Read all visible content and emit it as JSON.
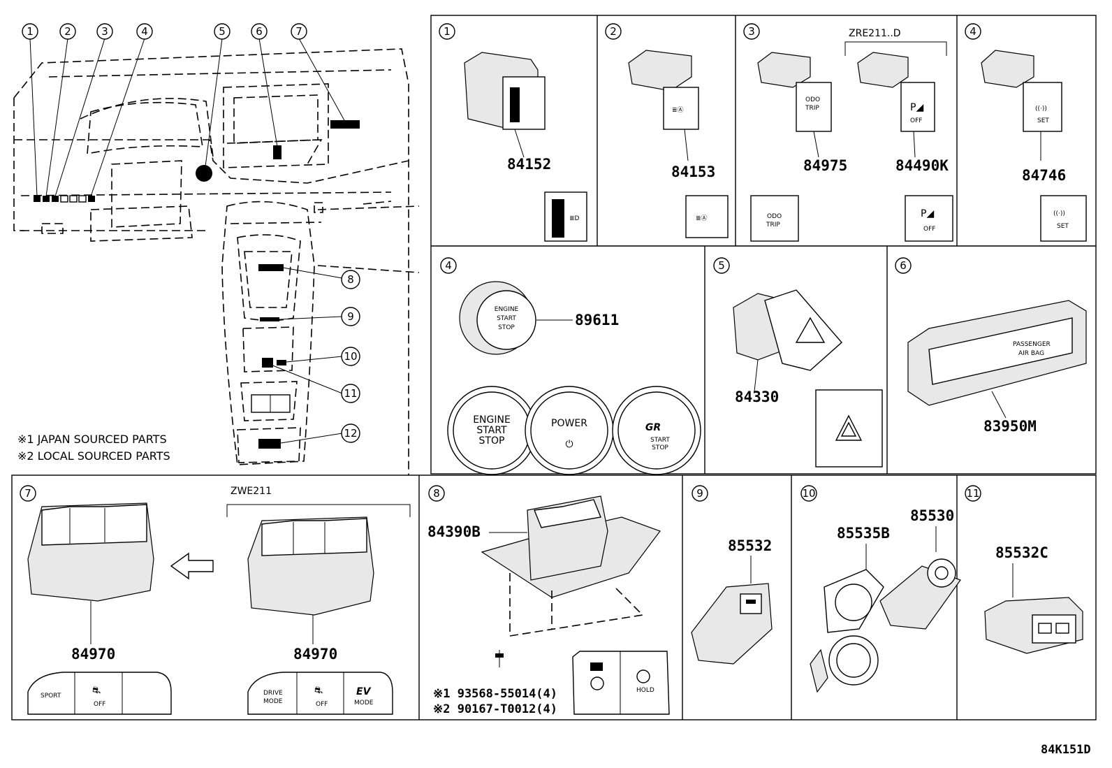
{
  "overview": {
    "callouts": [
      "1",
      "2",
      "3",
      "4",
      "5",
      "6",
      "7",
      "8",
      "9",
      "10",
      "11",
      "12"
    ],
    "notes": [
      "※1 JAPAN SOURCED PARTS",
      "※2 LOCAL SOURCED PARTS"
    ]
  },
  "panels": {
    "p1": {
      "no": "1",
      "parts": [
        "84152"
      ]
    },
    "p2": {
      "no": "2",
      "parts": [
        "84153"
      ]
    },
    "p3": {
      "no": "3",
      "variant": "ZRE211..D",
      "parts": [
        "84975",
        "84490K"
      ],
      "icon_text": [
        "ODO",
        "TRIP",
        "OFF"
      ]
    },
    "p4a": {
      "no": "4",
      "parts": [
        "84746"
      ],
      "icon_text": [
        "SET"
      ]
    },
    "p4b": {
      "no": "4",
      "parts": [
        "89611"
      ],
      "button_text": [
        "ENGINE",
        "START",
        "STOP",
        "POWER",
        "GR",
        "START",
        "STOP"
      ]
    },
    "p5": {
      "no": "5",
      "parts": [
        "84330"
      ]
    },
    "p6": {
      "no": "6",
      "parts": [
        "83950M"
      ],
      "label": [
        "PASSENGER",
        "AIR BAG"
      ]
    },
    "p7": {
      "no": "7",
      "variant": "ZWE211",
      "parts": [
        "84970",
        "84970"
      ],
      "switch_text": [
        "SPORT",
        "OFF",
        "DRIVE",
        "MODE",
        "OFF",
        "EV",
        "MODE"
      ]
    },
    "p8": {
      "no": "8",
      "parts": [
        "84390B"
      ],
      "bolts": [
        "※1 93568-55014(4)",
        "※2 90167-T0012(4)"
      ],
      "switch_text": [
        "HOLD"
      ]
    },
    "p9": {
      "no": "9",
      "parts": [
        "85532"
      ]
    },
    "p10": {
      "no": "10",
      "parts": [
        "85535B",
        "85530"
      ]
    },
    "p11": {
      "no": "11",
      "parts": [
        "85532C"
      ]
    }
  },
  "figure_code": "84K151D"
}
